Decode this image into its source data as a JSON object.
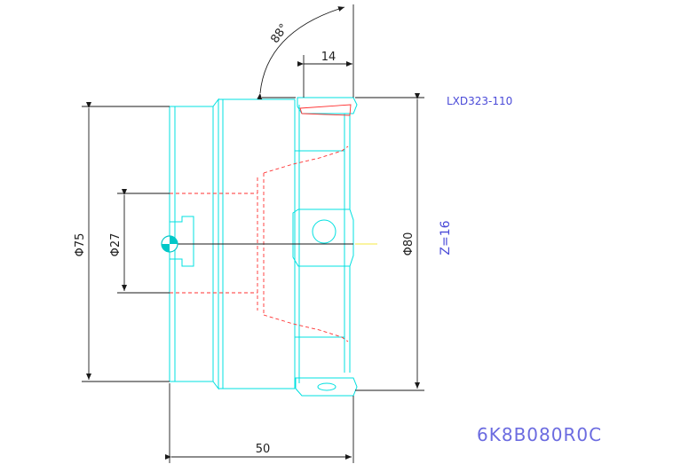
{
  "dimensions": {
    "angle": "88°",
    "insert_width": "14",
    "outer_diameter": "Φ80",
    "body_diameter": "Φ75",
    "bore_diameter": "Φ27",
    "length": "50"
  },
  "labels": {
    "insert_code": "LXD323-110",
    "teeth": "Z=16",
    "part_number": "6K8B080R0C"
  },
  "colors": {
    "outline": "#00e0e0",
    "hidden": "#ff3030",
    "dimension": "#1a1a1a",
    "label": "#4a4ad8"
  }
}
